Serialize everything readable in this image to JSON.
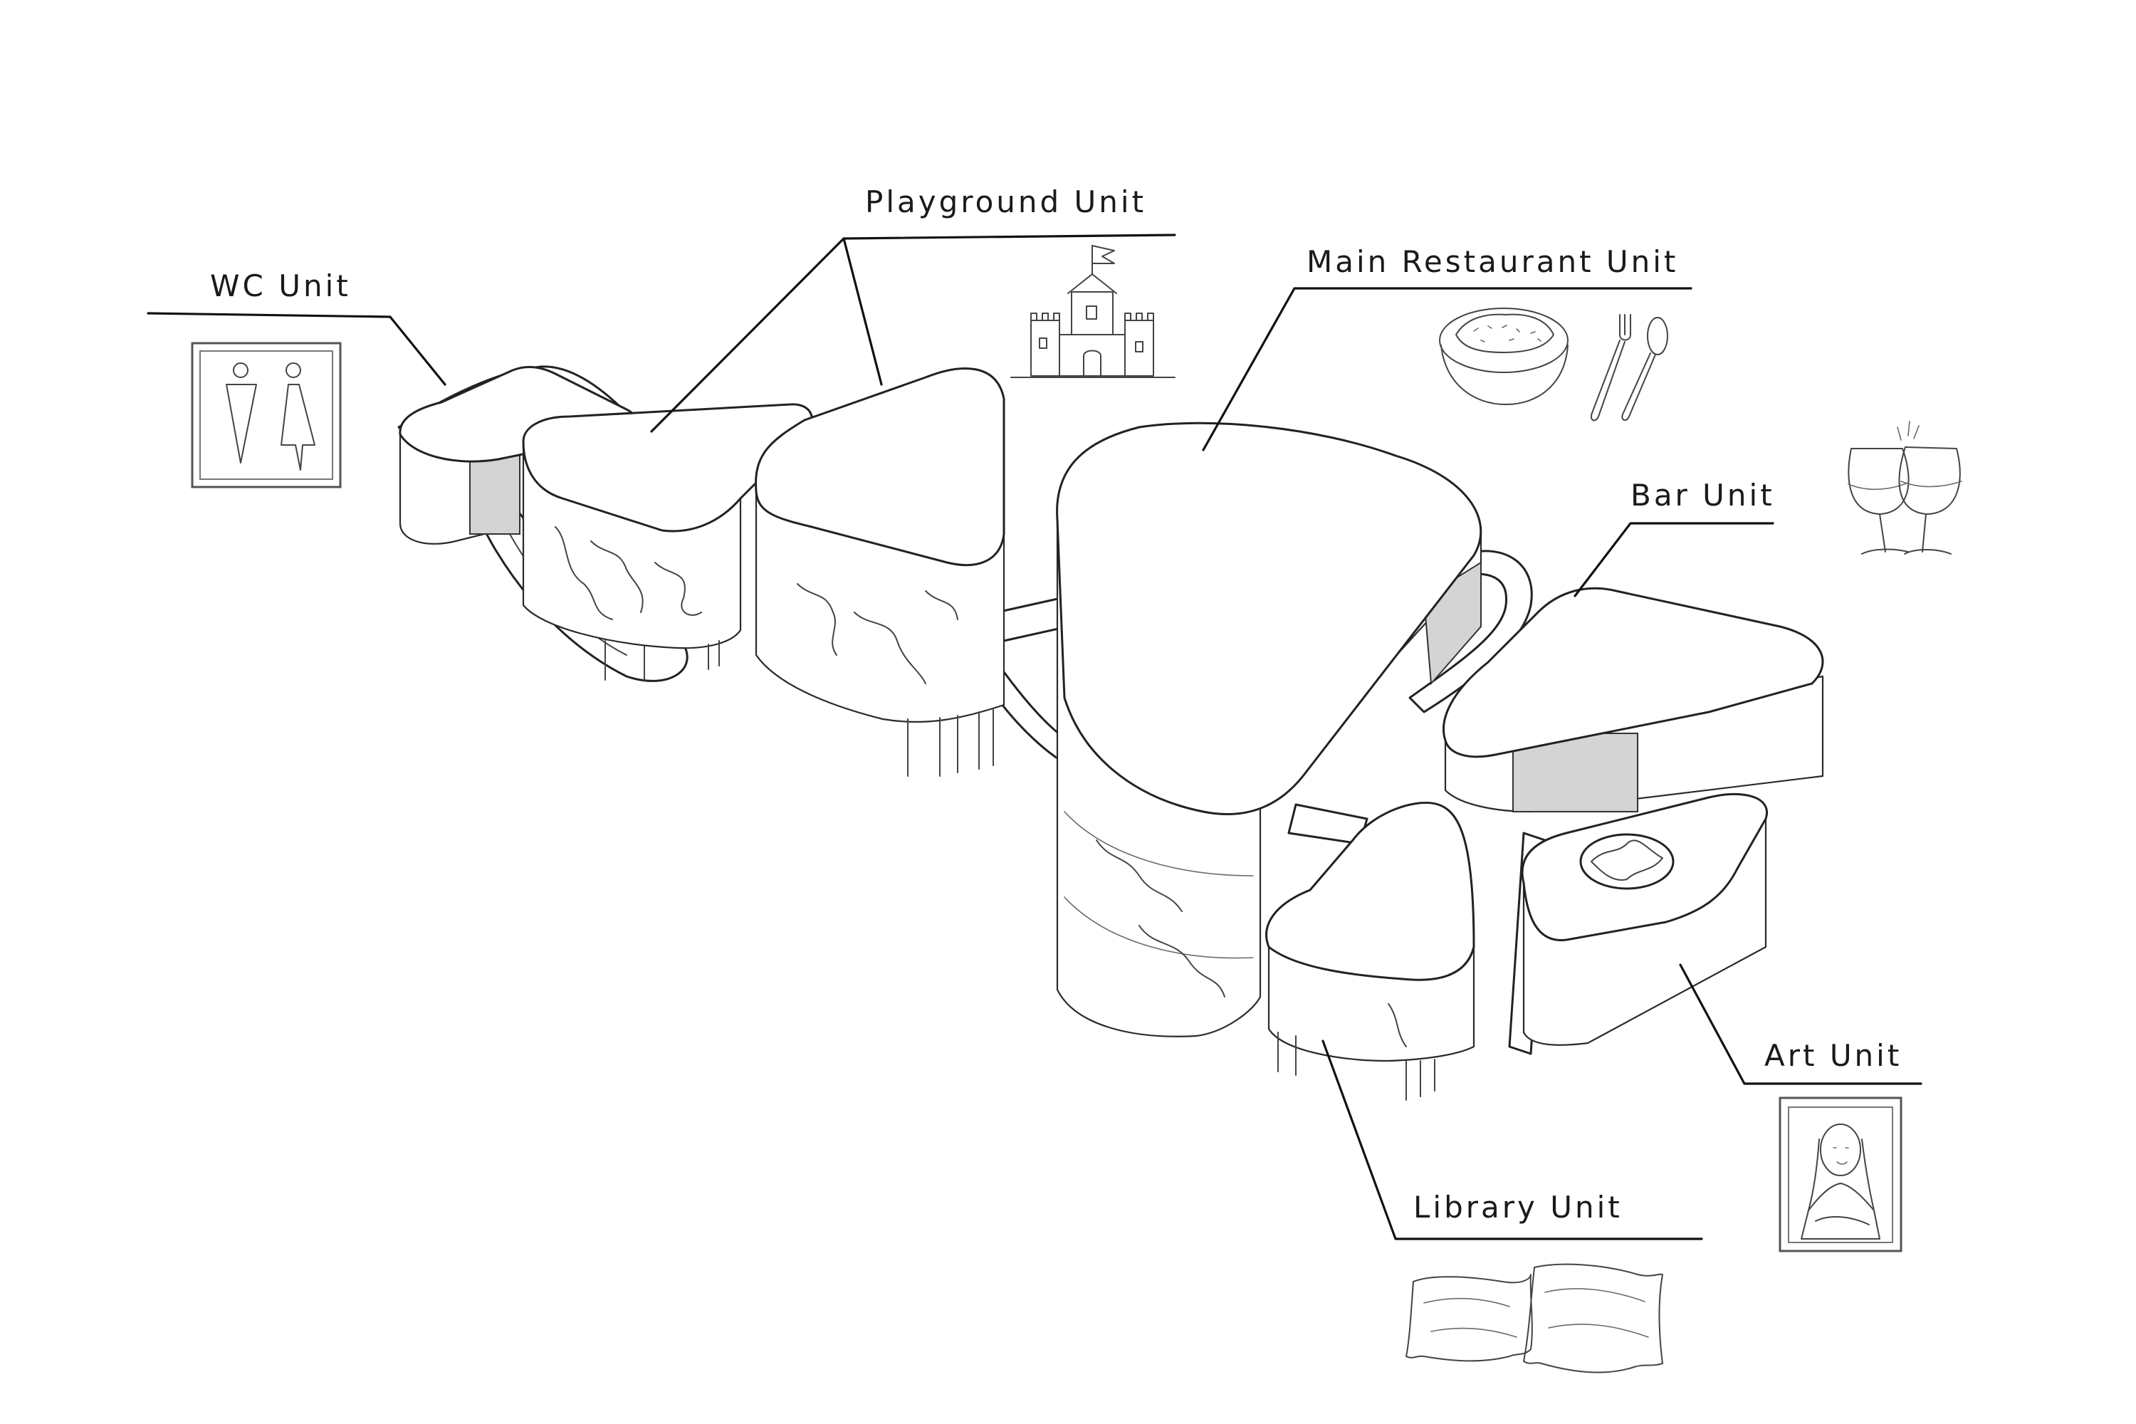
{
  "labels": {
    "wc": "WC Unit",
    "playground": "Playground Unit",
    "main_restaurant": "Main Restaurant Unit",
    "bar": "Bar Unit",
    "art": "Art Unit",
    "library": "Library Unit"
  },
  "icons": {
    "wc": "restroom-sign-icon",
    "playground": "castle-icon",
    "main_restaurant": "food-plate-cutlery-icon",
    "bar": "wine-glasses-icon",
    "art": "framed-portrait-icon",
    "library": "pillows-icon"
  },
  "colors": {
    "ink": "#111111",
    "shadow": "#d4d4d4",
    "paper": "#ffffff"
  }
}
